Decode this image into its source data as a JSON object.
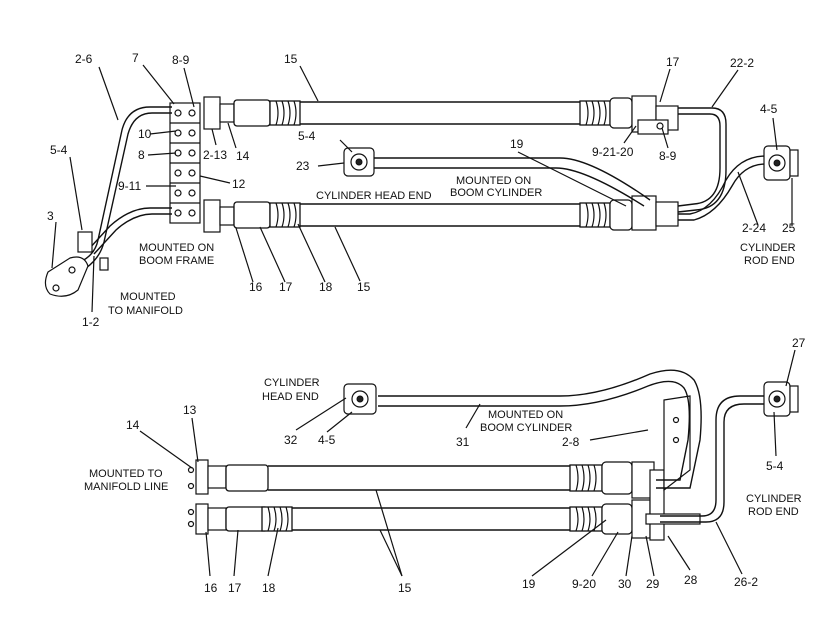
{
  "callouts_top": [
    {
      "id": "c-2-6",
      "text": "2-6"
    },
    {
      "id": "c-7",
      "text": "7"
    },
    {
      "id": "c-8-9a",
      "text": "8-9"
    },
    {
      "id": "c-15a",
      "text": "15"
    },
    {
      "id": "c-17a",
      "text": "17"
    },
    {
      "id": "c-22-2",
      "text": "22-2"
    },
    {
      "id": "c-4-5a",
      "text": "4-5"
    },
    {
      "id": "c-10",
      "text": "10"
    },
    {
      "id": "c-8",
      "text": "8"
    },
    {
      "id": "c-2-13",
      "text": "2-13"
    },
    {
      "id": "c-14a",
      "text": "14"
    },
    {
      "id": "c-5-4a",
      "text": "5-4"
    },
    {
      "id": "c-19a",
      "text": "19"
    },
    {
      "id": "c-9-21-20",
      "text": "9-21-20"
    },
    {
      "id": "c-8-9b",
      "text": "8-9"
    },
    {
      "id": "c-5-4b",
      "text": "5-4"
    },
    {
      "id": "c-23",
      "text": "23"
    },
    {
      "id": "c-9-11",
      "text": "9-11"
    },
    {
      "id": "c-12",
      "text": "12"
    },
    {
      "id": "c-3",
      "text": "3"
    },
    {
      "id": "c-2-24",
      "text": "2-24"
    },
    {
      "id": "c-25",
      "text": "25"
    },
    {
      "id": "c-16a",
      "text": "16"
    },
    {
      "id": "c-17b",
      "text": "17"
    },
    {
      "id": "c-18a",
      "text": "18"
    },
    {
      "id": "c-15b",
      "text": "15"
    },
    {
      "id": "c-1-2",
      "text": "1-2"
    }
  ],
  "captions_top": {
    "cyl_head_end": "CYLINDER HEAD END",
    "mounted_boom_cyl_1": "MOUNTED ON",
    "mounted_boom_cyl_2": "BOOM CYLINDER",
    "mounted_boom_frame_1": "MOUNTED ON",
    "mounted_boom_frame_2": "BOOM FRAME",
    "mounted_manifold_1": "MOUNTED",
    "mounted_manifold_2": "TO MANIFOLD",
    "cyl_rod_end_1": "CYLINDER",
    "cyl_rod_end_2": "ROD END"
  },
  "callouts_bottom": [
    {
      "id": "c-27",
      "text": "27"
    },
    {
      "id": "c-13",
      "text": "13"
    },
    {
      "id": "c-14b",
      "text": "14"
    },
    {
      "id": "c-32",
      "text": "32"
    },
    {
      "id": "c-4-5b",
      "text": "4-5"
    },
    {
      "id": "c-31",
      "text": "31"
    },
    {
      "id": "c-2-8",
      "text": "2-8"
    },
    {
      "id": "c-5-4c",
      "text": "5-4"
    },
    {
      "id": "c-16b",
      "text": "16"
    },
    {
      "id": "c-17c",
      "text": "17"
    },
    {
      "id": "c-18b",
      "text": "18"
    },
    {
      "id": "c-15c",
      "text": "15"
    },
    {
      "id": "c-19b",
      "text": "19"
    },
    {
      "id": "c-9-20",
      "text": "9-20"
    },
    {
      "id": "c-30",
      "text": "30"
    },
    {
      "id": "c-29",
      "text": "29"
    },
    {
      "id": "c-28",
      "text": "28"
    },
    {
      "id": "c-26-2",
      "text": "26-2"
    }
  ],
  "captions_bottom": {
    "cyl_head_end_1": "CYLINDER",
    "cyl_head_end_2": "HEAD END",
    "mounted_boom_cyl_1": "MOUNTED ON",
    "mounted_boom_cyl_2": "BOOM CYLINDER",
    "mounted_manifold_line_1": "MOUNTED TO",
    "mounted_manifold_line_2": "MANIFOLD LINE",
    "cyl_rod_end_1": "CYLINDER",
    "cyl_rod_end_2": "ROD END"
  }
}
